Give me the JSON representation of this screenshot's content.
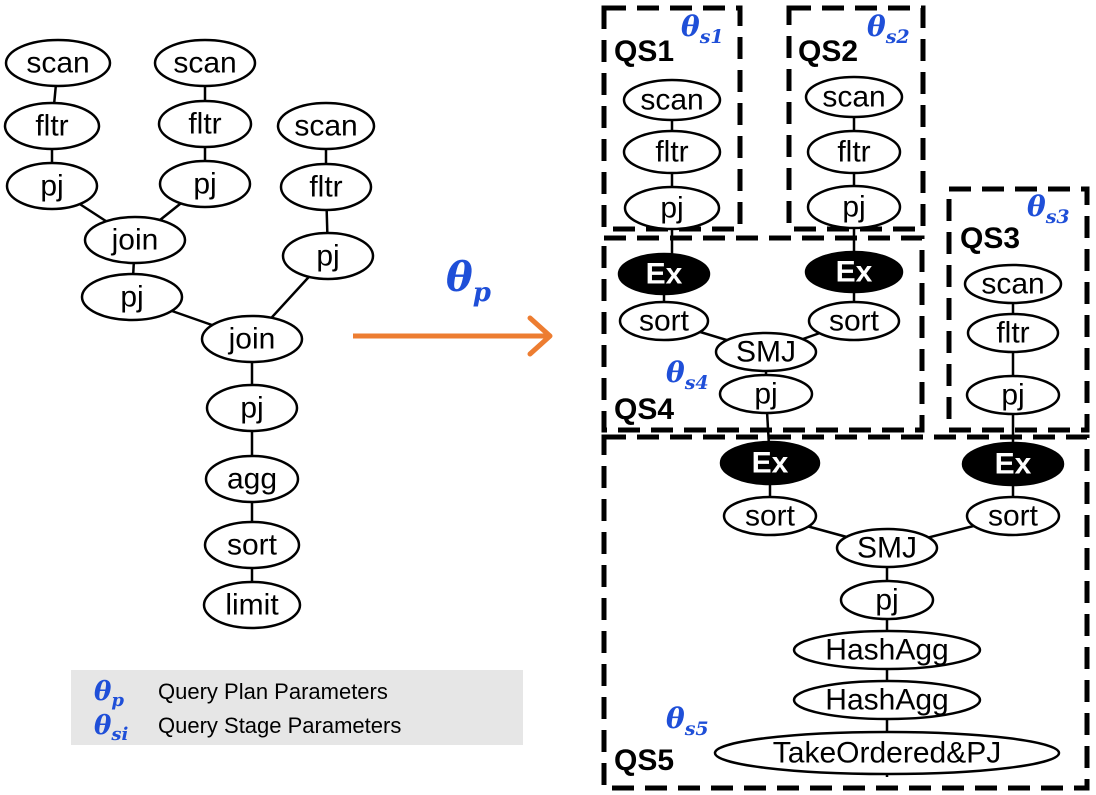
{
  "left_plan": {
    "nodes": {
      "scan1": "scan",
      "fltr1": "fltr",
      "pj1": "pj",
      "scan2": "scan",
      "fltr2": "fltr",
      "pj2": "pj",
      "join1": "join",
      "pj3": "pj",
      "scan3": "scan",
      "fltr3": "fltr",
      "pj4": "pj",
      "join2": "join",
      "pj5": "pj",
      "agg": "agg",
      "sort": "sort",
      "limit": "limit"
    }
  },
  "transform": {
    "symbol": "θ",
    "subscript": "p",
    "arrow_color": "#ed7d31"
  },
  "stages": {
    "qs1": {
      "label": "QS1",
      "param_symbol": "θ",
      "param_sub": "s1"
    },
    "qs2": {
      "label": "QS2",
      "param_symbol": "θ",
      "param_sub": "s2"
    },
    "qs3": {
      "label": "QS3",
      "param_symbol": "θ",
      "param_sub": "s3"
    },
    "qs4": {
      "label": "QS4",
      "param_symbol": "θ",
      "param_sub": "s4"
    },
    "qs5": {
      "label": "QS5",
      "param_symbol": "θ",
      "param_sub": "s5"
    }
  },
  "right_plan": {
    "nodes": {
      "qs1_scan": "scan",
      "qs1_fltr": "fltr",
      "qs1_pj": "pj",
      "qs2_scan": "scan",
      "qs2_fltr": "fltr",
      "qs2_pj": "pj",
      "qs3_scan": "scan",
      "qs3_fltr": "fltr",
      "qs3_pj": "pj",
      "qs4_ex1": "Ex",
      "qs4_ex2": "Ex",
      "qs4_sort1": "sort",
      "qs4_sort2": "sort",
      "qs4_smj": "SMJ",
      "qs4_pj": "pj",
      "qs5_ex1": "Ex",
      "qs5_ex2": "Ex",
      "qs5_sort1": "sort",
      "qs5_sort2": "sort",
      "qs5_smj": "SMJ",
      "qs5_pj": "pj",
      "qs5_hash1": "HashAgg",
      "qs5_hash2": "HashAgg",
      "qs5_take": "TakeOrdered&PJ"
    }
  },
  "legend": {
    "items": [
      {
        "symbol": "θ",
        "sub": "p",
        "text": "Query Plan Parameters"
      },
      {
        "symbol": "θ",
        "sub": "si",
        "text": "Query Stage Parameters"
      }
    ]
  },
  "colors": {
    "param": "#1f4fd8",
    "arrow": "#ed7d31",
    "legend_bg": "#e6e6e6"
  }
}
